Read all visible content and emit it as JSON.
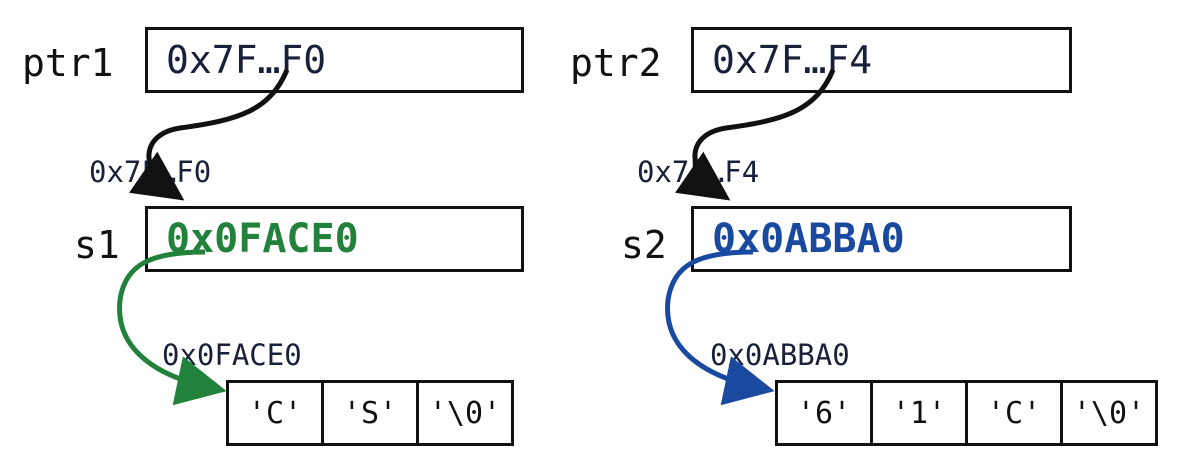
{
  "colors": {
    "black": "#111111",
    "green": "#22813a",
    "blue": "#1a49a0",
    "text": "#1a1f3a"
  },
  "left": {
    "ptr_label": "ptr1",
    "ptr_value": "0x7F…F0",
    "s_address": "0x7F…F0",
    "s_label": "s1",
    "s_value": "0x0FACE0",
    "arr_address": "0x0FACE0",
    "cells": [
      "'C'",
      "'S'",
      "'\\0'"
    ]
  },
  "right": {
    "ptr_label": "ptr2",
    "ptr_value": "0x7F…F4",
    "s_address": "0x7F…F4",
    "s_label": "s2",
    "s_value": "0x0ABBA0",
    "arr_address": "0x0ABBA0",
    "cells": [
      "'6'",
      "'1'",
      "'C'",
      "'\\0'"
    ]
  }
}
